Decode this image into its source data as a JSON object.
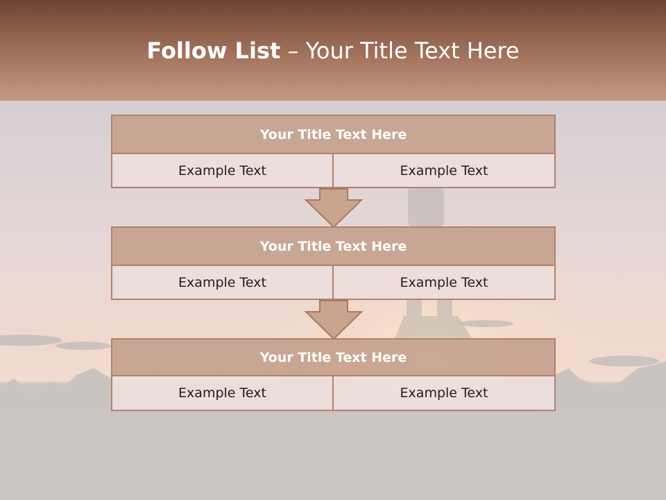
{
  "slide": {
    "title_bold": "Follow List",
    "title_rest": " – Your Title Text Here"
  },
  "blocks": [
    {
      "title": "Your Title Text Here",
      "left": "Example Text",
      "right": "Example Text"
    },
    {
      "title": "Your Title Text Here",
      "left": "Example Text",
      "right": "Example Text"
    },
    {
      "title": "Your Title Text Here",
      "left": "Example Text",
      "right": "Example Text"
    }
  ],
  "colors": {
    "header": "#8c5e4a",
    "block_title_fill": "#c6a28e",
    "block_border": "#b2806b",
    "cell_fill": "#ecdedb"
  }
}
